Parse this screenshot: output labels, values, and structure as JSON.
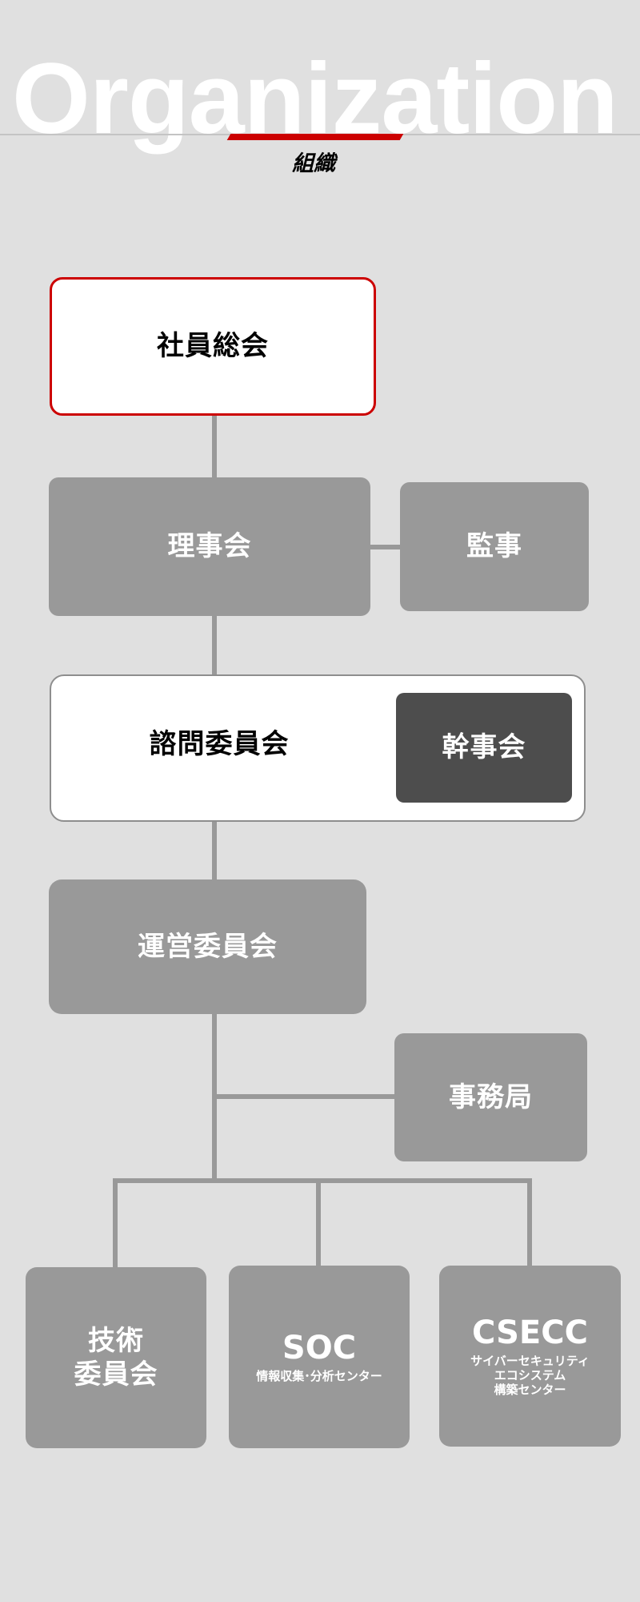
{
  "header": {
    "title": "Organization",
    "subtitle": "組織"
  },
  "colors": {
    "accent": "#cc0000",
    "box_gray": "#999999",
    "box_dark": "#4d4d4d",
    "background": "#e0e0e0"
  },
  "org": {
    "general_assembly": "社員総会",
    "board": "理事会",
    "auditor": "監事",
    "advisory": "諮問委員会",
    "secretaries": "幹事会",
    "steering": "運営委員会",
    "secretariat": "事務局",
    "technical": {
      "line1": "技術",
      "line2": "委員会"
    },
    "soc": {
      "title": "SOC",
      "subtitle": "情報収集･分析センター"
    },
    "csecc": {
      "title": "CSECC",
      "line1": "サイバーセキュリティ",
      "line2": "エコシステム",
      "line3": "構築センター"
    }
  }
}
